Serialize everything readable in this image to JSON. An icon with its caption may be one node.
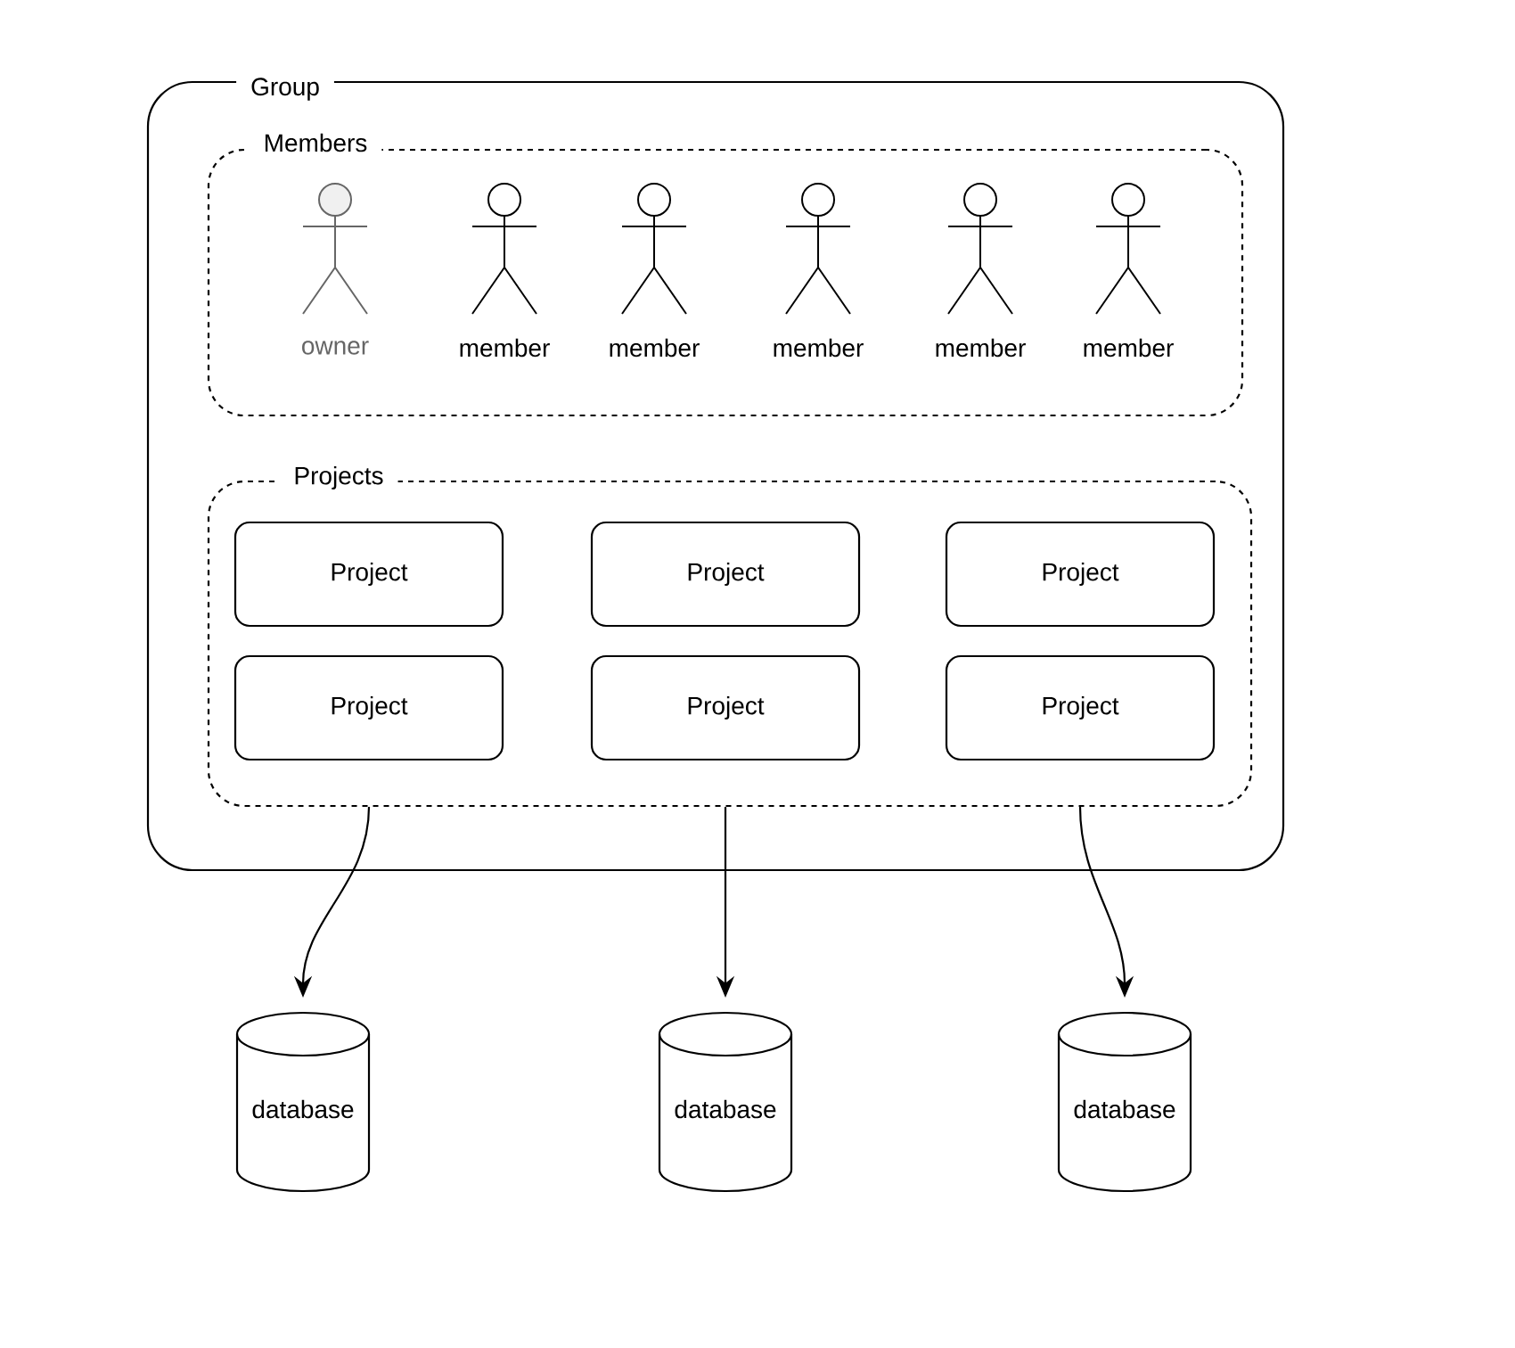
{
  "diagram": {
    "nodes": [
      {
        "text": [
          "Group"
        ]
      },
      {
        "text": [
          "Members"
        ],
        "in": 0
      },
      {
        "text": [
          "Projects"
        ],
        "in": 0
      },
      {
        "text": [
          "owner"
        ],
        "in": 1
      },
      {
        "text": [
          "member"
        ],
        "in": 1
      },
      {
        "text": [
          "member"
        ],
        "in": 1
      },
      {
        "text": [
          "member"
        ],
        "in": 1
      },
      {
        "text": [
          "member"
        ],
        "in": 1
      },
      {
        "text": [
          "member"
        ],
        "in": 1
      },
      {
        "text": [
          "Project"
        ],
        "in": 2
      },
      {
        "text": [
          "Project"
        ],
        "in": 2
      },
      {
        "text": [
          "Project"
        ],
        "in": 2
      },
      {
        "text": [
          "Project"
        ],
        "in": 2
      },
      {
        "text": [
          "Project"
        ],
        "in": 2
      },
      {
        "text": [
          "Project"
        ],
        "in": 2
      },
      {
        "text": [
          "database"
        ]
      },
      {
        "text": [
          "database"
        ]
      },
      {
        "text": [
          "database"
        ]
      }
    ],
    "edges": [
      {
        "from": 2,
        "to": 15,
        "arrow": "to"
      },
      {
        "from": 2,
        "to": 16,
        "arrow": "to"
      },
      {
        "from": 2,
        "to": 17,
        "arrow": "to"
      }
    ]
  }
}
